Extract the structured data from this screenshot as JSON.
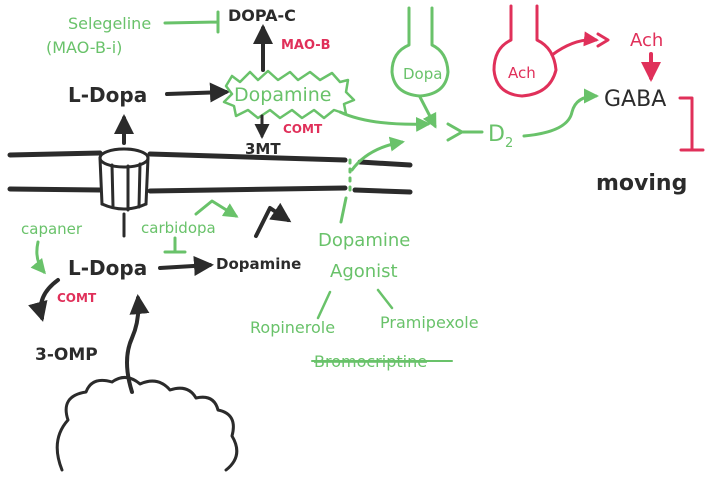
{
  "colors": {
    "dark": "#2b2b2b",
    "green": "#69c26a",
    "red": "#e0305a"
  },
  "labels": {
    "selegeline": "Selegeline",
    "mao_b_i": "(MAO-B-i)",
    "dopa_c": "DOPA-C",
    "mao_b": "MAO-B",
    "l_dopa_top": "L-Dopa",
    "dopamine_top": "Dopamine",
    "comt_top": "COMT",
    "three_mt": "3MT",
    "dopa_vesicle": "Dopa",
    "ach_vesicle": "Ach",
    "ach": "Ach",
    "d2": "D",
    "d2_sub": "2",
    "gaba": "GABA",
    "moving": "moving",
    "capaner": "capaner",
    "carbidopa": "carbidopa",
    "l_dopa_bottom": "L-Dopa",
    "dopamine_bottom": "Dopamine",
    "comt_bottom": "COMT",
    "three_omp": "3-OMP",
    "dopamine_agonist_1": "Dopamine",
    "dopamine_agonist_2": "Agonist",
    "ropinerole": "Ropinerole",
    "pramipexole": "Pramipexole",
    "bromocriptine": "Bromocriptine"
  }
}
